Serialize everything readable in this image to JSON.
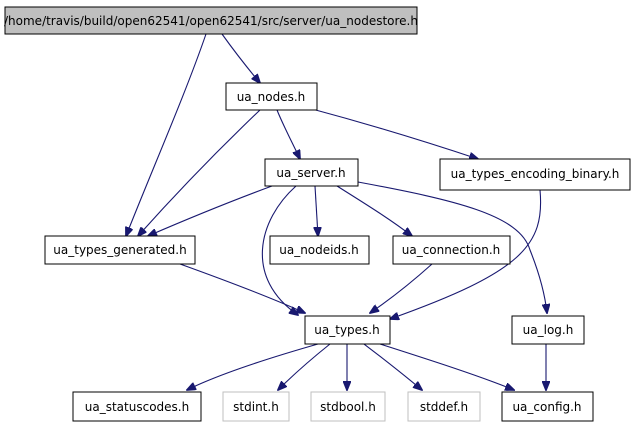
{
  "colors": {
    "edge": "#191970",
    "root_fill": "#bfbfbf",
    "missing_border": "#bfbfbf"
  },
  "nodes": {
    "ua_nodestore_h": {
      "label": "/home/travis/build/open62541/open62541/src/server/ua_nodestore.h",
      "style": "root"
    },
    "ua_nodes_h": {
      "label": "ua_nodes.h",
      "style": "normal"
    },
    "ua_server_h": {
      "label": "ua_server.h",
      "style": "normal"
    },
    "ua_types_encoding_binary_h": {
      "label": "ua_types_encoding_binary.h",
      "style": "normal"
    },
    "ua_types_generated_h": {
      "label": "ua_types_generated.h",
      "style": "normal"
    },
    "ua_nodeids_h": {
      "label": "ua_nodeids.h",
      "style": "normal"
    },
    "ua_connection_h": {
      "label": "ua_connection.h",
      "style": "normal"
    },
    "ua_types_h": {
      "label": "ua_types.h",
      "style": "normal"
    },
    "ua_log_h": {
      "label": "ua_log.h",
      "style": "normal"
    },
    "ua_statuscodes_h": {
      "label": "ua_statuscodes.h",
      "style": "normal"
    },
    "stdint_h": {
      "label": "stdint.h",
      "style": "missing"
    },
    "stdbool_h": {
      "label": "stdbool.h",
      "style": "missing"
    },
    "stddef_h": {
      "label": "stddef.h",
      "style": "missing"
    },
    "ua_config_h": {
      "label": "ua_config.h",
      "style": "normal"
    }
  },
  "edges": [
    [
      "ua_nodestore_h",
      "ua_nodes_h"
    ],
    [
      "ua_nodestore_h",
      "ua_types_generated_h"
    ],
    [
      "ua_nodes_h",
      "ua_server_h"
    ],
    [
      "ua_nodes_h",
      "ua_types_generated_h"
    ],
    [
      "ua_nodes_h",
      "ua_types_encoding_binary_h"
    ],
    [
      "ua_server_h",
      "ua_types_generated_h"
    ],
    [
      "ua_server_h",
      "ua_nodeids_h"
    ],
    [
      "ua_server_h",
      "ua_connection_h"
    ],
    [
      "ua_server_h",
      "ua_types_h"
    ],
    [
      "ua_server_h",
      "ua_log_h"
    ],
    [
      "ua_types_encoding_binary_h",
      "ua_types_h"
    ],
    [
      "ua_types_generated_h",
      "ua_types_h"
    ],
    [
      "ua_connection_h",
      "ua_types_h"
    ],
    [
      "ua_types_h",
      "ua_statuscodes_h"
    ],
    [
      "ua_types_h",
      "stdint_h"
    ],
    [
      "ua_types_h",
      "stdbool_h"
    ],
    [
      "ua_types_h",
      "stddef_h"
    ],
    [
      "ua_types_h",
      "ua_config_h"
    ],
    [
      "ua_log_h",
      "ua_config_h"
    ]
  ]
}
